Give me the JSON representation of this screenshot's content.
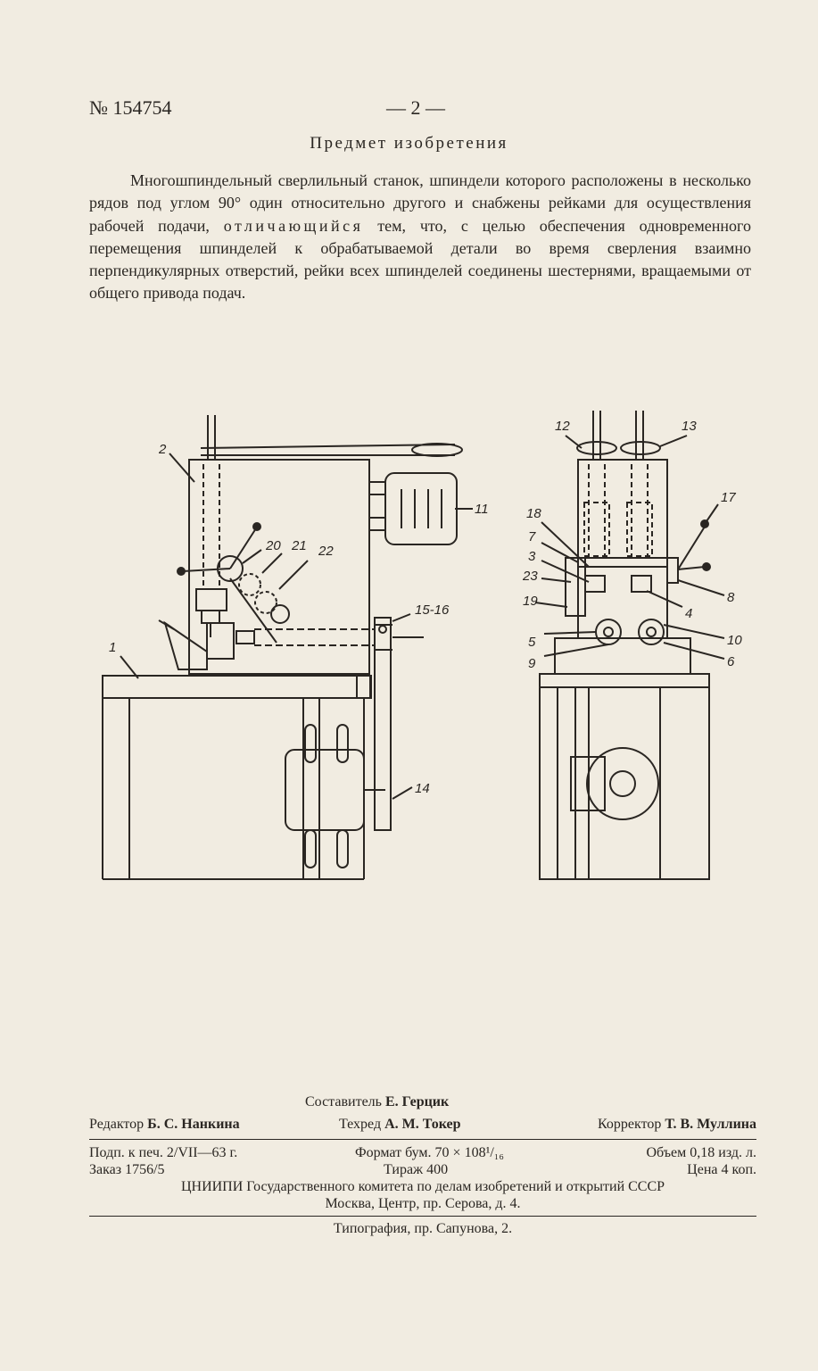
{
  "header": {
    "patent_number": "№ 154754",
    "page_number": "— 2 —"
  },
  "claim": {
    "title": "Предмет изобретения",
    "text_part1": "Многошпиндельный сверлильный станок, шпиндели которого расположены в несколько рядов под углом 90° один относительно другого и снабжены рейками для осуществления рабочей подачи,",
    "spaced_phrase": "отличающийся",
    "text_part2": "тем, что, с целью обеспечения одновременного перемещения шпинделей к обрабатываемой детали во время сверления взаимно перпендикулярных отверстий, рейки всех шпинделей соединены шестернями, вращаемыми от общего привода подач."
  },
  "drawing": {
    "labels": [
      "1",
      "2",
      "11",
      "20",
      "21",
      "22",
      "15-16",
      "14",
      "12",
      "13",
      "17",
      "18",
      "7",
      "3",
      "23",
      "19",
      "8",
      "4",
      "10",
      "5",
      "9",
      "6"
    ]
  },
  "imprint": {
    "compiler_label": "Составитель",
    "compiler_name": "Е. Герцик",
    "editor_label": "Редактор",
    "editor_name": "Б. С. Нанкина",
    "techred_label": "Техред",
    "techred_name": "А. М. Токер",
    "corrector_label": "Корректор",
    "corrector_name": "Т. В. Муллина",
    "signed": "Подп. к печ. 2/VII—63 г.",
    "format": "Формат бум. 70 × 108¹/₁₆",
    "volume": "Объем 0,18 изд. л.",
    "order": "Заказ 1756/5",
    "circulation": "Тираж 400",
    "price": "Цена 4 коп.",
    "publisher": "ЦНИИПИ Государственного комитета по делам изобретений и открытий СССР",
    "address": "Москва, Центр, пр. Серова, д. 4.",
    "printing": "Типография, пр. Сапунова, 2."
  }
}
